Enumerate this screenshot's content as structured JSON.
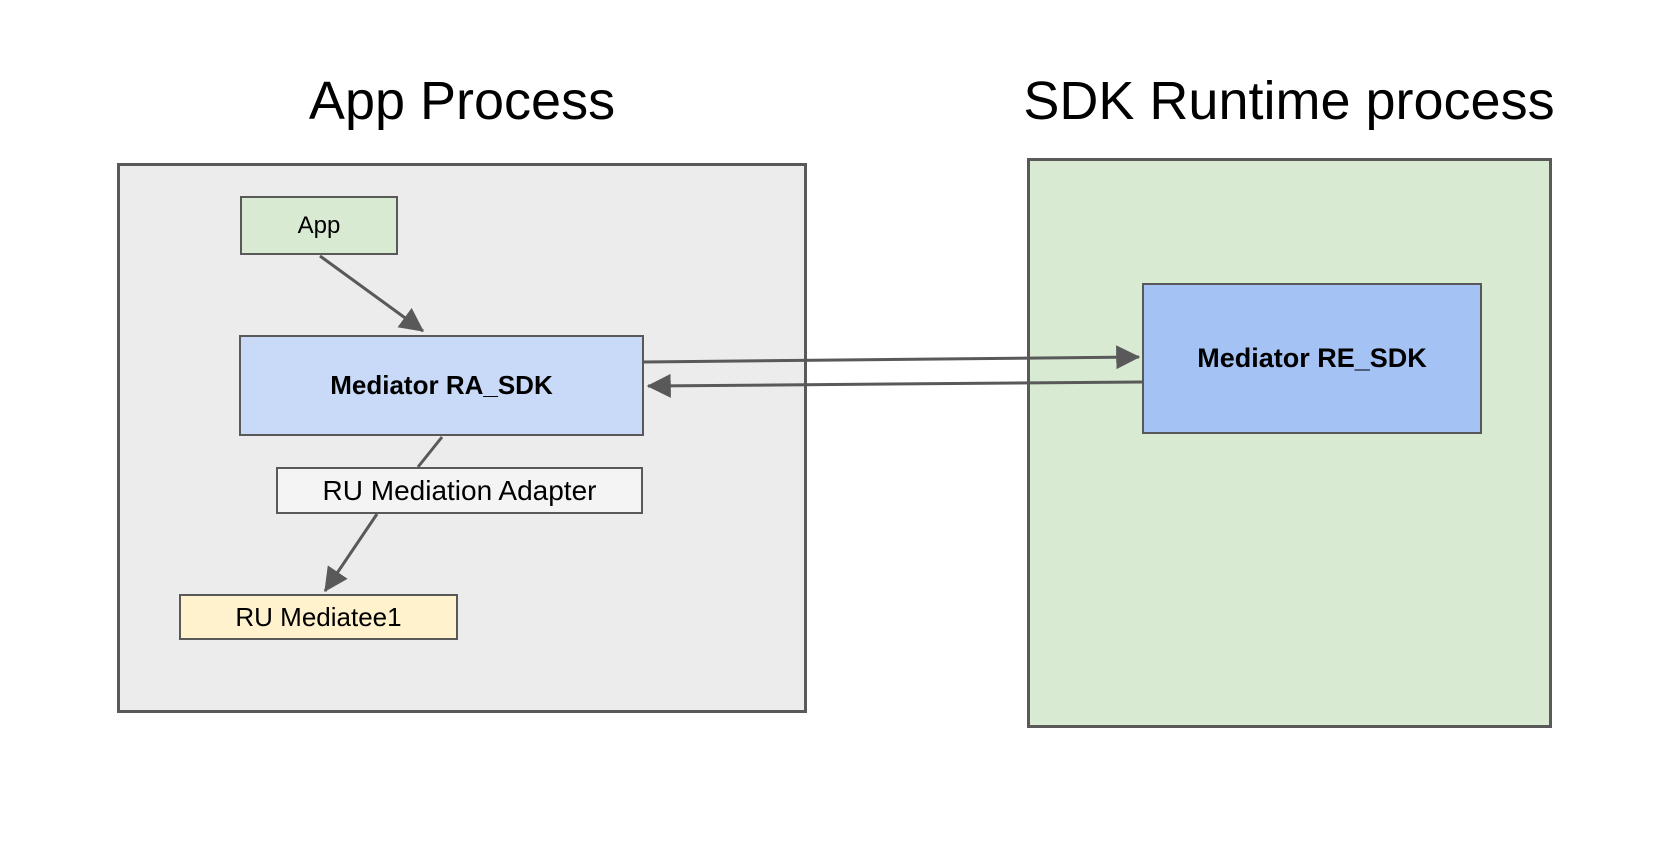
{
  "titles": {
    "app_process": "App Process",
    "sdk_runtime": "SDK Runtime process"
  },
  "containers": {
    "app_process": {
      "title": "App Process",
      "fill": "#ececec",
      "border": "#595959"
    },
    "sdk_runtime": {
      "title": "SDK Runtime process",
      "fill": "#d9ead3",
      "border": "#595959"
    }
  },
  "nodes": {
    "app": {
      "label": "App",
      "fill": "#d9ead3",
      "container": "app_process"
    },
    "mediator_ra_sdk": {
      "label": "Mediator RA_SDK",
      "fill": "#c9daf8",
      "container": "app_process"
    },
    "ru_mediation_adapter": {
      "label": "RU Mediation Adapter",
      "fill": "#f4f4f4",
      "container": "app_process"
    },
    "ru_mediatee1": {
      "label": "RU Mediatee1",
      "fill": "#fff2cc",
      "container": "app_process"
    },
    "mediator_re_sdk": {
      "label": "Mediator RE_SDK",
      "fill": "#a4c2f4",
      "container": "sdk_runtime"
    }
  },
  "edges": [
    {
      "from": "app",
      "to": "mediator_ra_sdk",
      "arrowhead": true
    },
    {
      "from": "mediator_ra_sdk",
      "to": "mediator_re_sdk",
      "arrowhead": true
    },
    {
      "from": "mediator_re_sdk",
      "to": "mediator_ra_sdk",
      "arrowhead": true
    },
    {
      "from": "mediator_ra_sdk",
      "to": "ru_mediation_adapter",
      "arrowhead": false
    },
    {
      "from": "ru_mediation_adapter",
      "to": "ru_mediatee1",
      "arrowhead": true
    }
  ],
  "line_color": "#595959",
  "text_color": "#000000",
  "page_background": "#ffffff"
}
